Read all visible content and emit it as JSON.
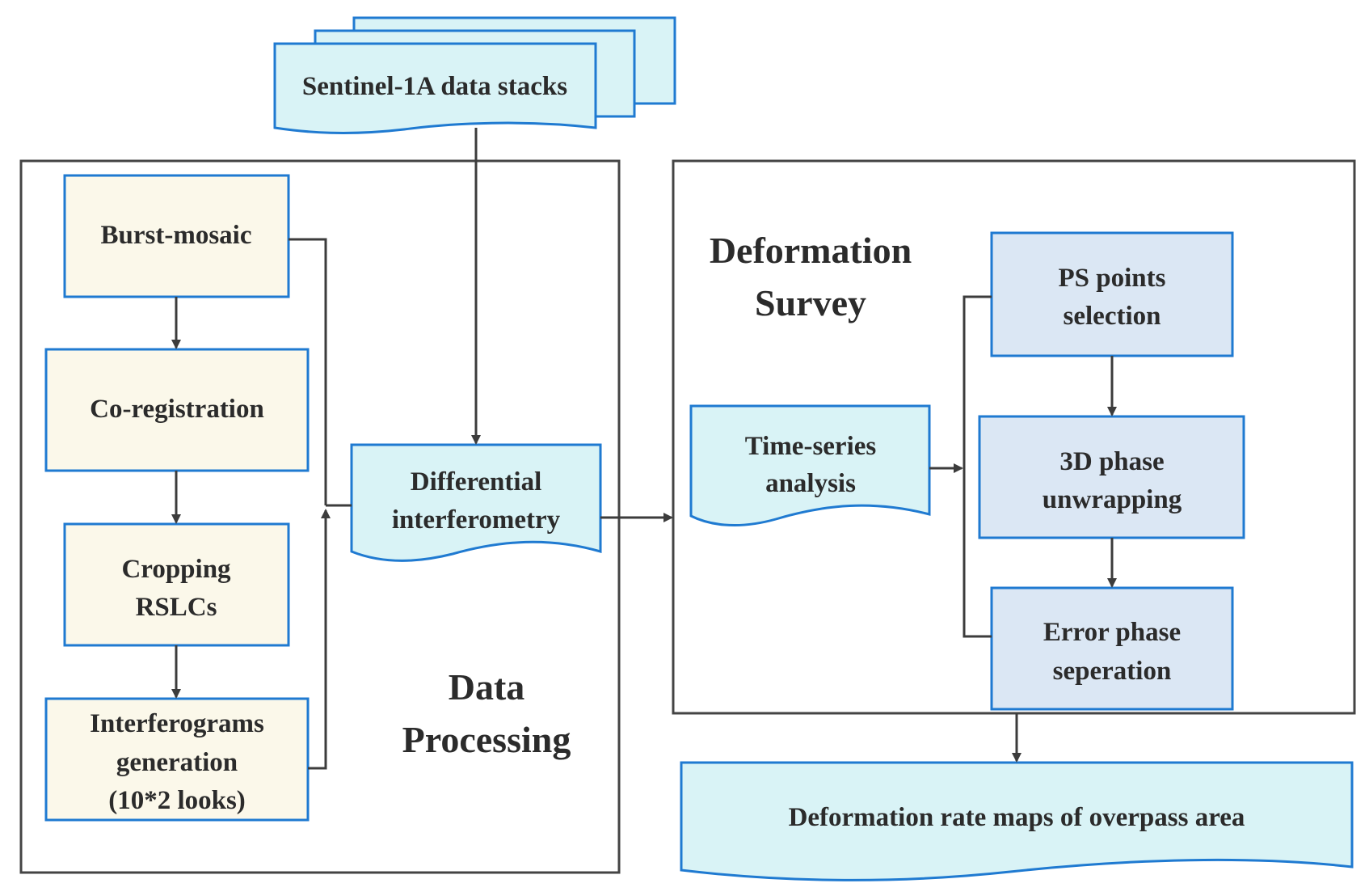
{
  "colors": {
    "box_border": "#1f7ad1",
    "beige_fill": "#fbf8ea",
    "doc_fill": "#d9f3f6",
    "blue_fill": "#dbe7f4",
    "frame": "#444444",
    "arrow": "#3c3c3c"
  },
  "input_doc": {
    "label": "Sentinel-1A data stacks"
  },
  "data_processing": {
    "title_line1": "Data",
    "title_line2": "Processing",
    "steps": [
      {
        "lines": [
          "Burst-mosaic"
        ]
      },
      {
        "lines": [
          "Co-registration"
        ]
      },
      {
        "lines": [
          "Cropping",
          "RSLCs"
        ]
      },
      {
        "lines": [
          "Interferograms",
          "generation",
          "(10*2 looks)"
        ]
      }
    ],
    "output_doc": {
      "lines": [
        "Differential",
        "interferometry"
      ]
    }
  },
  "deformation_survey": {
    "title_line1": "Deformation",
    "title_line2": "Survey",
    "input_doc": {
      "lines": [
        "Time-series",
        "analysis"
      ]
    },
    "steps": [
      {
        "lines": [
          "PS points",
          "selection"
        ]
      },
      {
        "lines": [
          "3D phase",
          "unwrapping"
        ]
      },
      {
        "lines": [
          "Error phase",
          "seperation"
        ]
      }
    ]
  },
  "final_output": {
    "label": "Deformation rate maps of overpass area"
  }
}
